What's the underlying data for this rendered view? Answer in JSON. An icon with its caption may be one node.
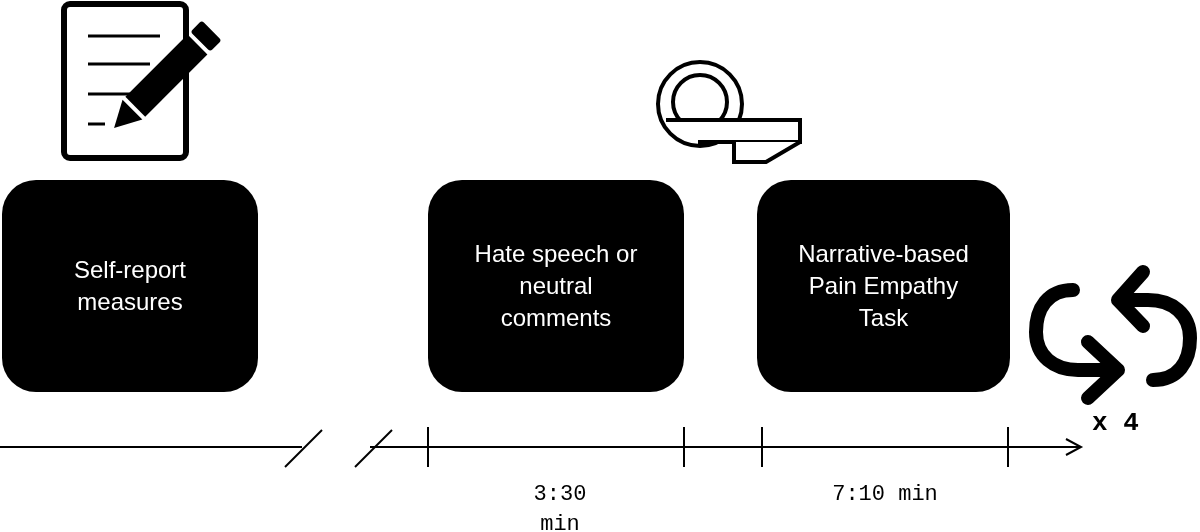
{
  "diagram": {
    "nodes": [
      {
        "text": [
          "Self-report measures"
        ]
      },
      {
        "text": [
          "Hate speech or neutral comments"
        ]
      },
      {
        "text": [
          "Narrative-based Pain Empathy Task"
        ]
      }
    ],
    "labels": [
      "3:30 min",
      "7:10 min",
      "x 4"
    ]
  }
}
